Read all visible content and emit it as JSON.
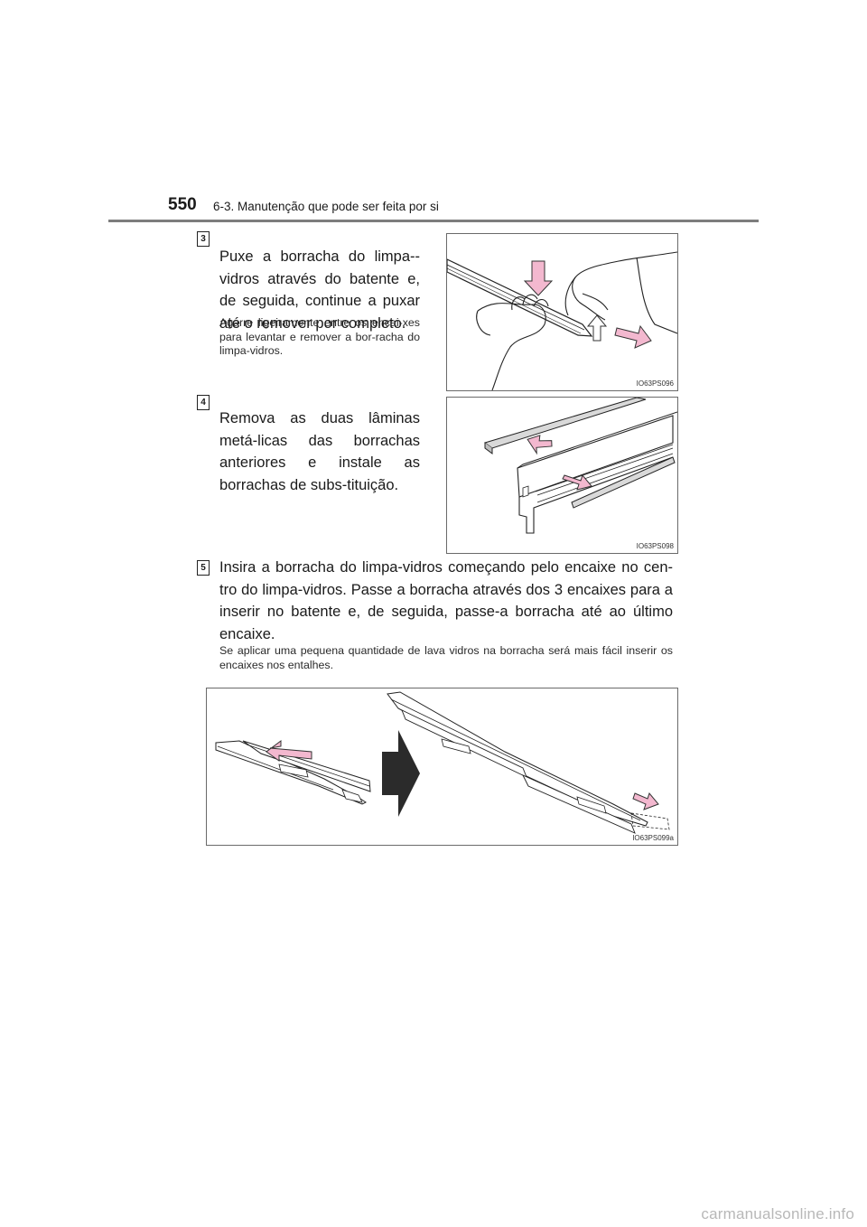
{
  "header": {
    "page_number": "550",
    "section": "6-3. Manutenção que pode ser feita por si"
  },
  "steps": [
    {
      "badge": "3",
      "text": "Puxe a borracha do limpa--vidros através do batente e, de seguida, continue a puxar até o remover por completo.",
      "note": "Agarre ligeiramente entre os encai-xes para levantar e remover a bor-racha do limpa-vidros.",
      "figure_code": "IO63PS096"
    },
    {
      "badge": "4",
      "text": "Remova as duas lâminas metá-licas das borrachas anteriores e instale as borrachas de subs-tituição.",
      "figure_code": "IO63PS098"
    },
    {
      "badge": "5",
      "text": "Insira a borracha do limpa-vidros começando pelo encaixe no cen-tro do limpa-vidros. Passe a borracha através dos 3 encaixes para a inserir no batente e, de seguida, passe-a borracha até ao último encaixe.",
      "note": "Se aplicar uma pequena quantidade de lava vidros na borracha será mais fácil inserir os encaixes nos entalhes.",
      "figure_code": "IO63PS099a"
    }
  ],
  "colors": {
    "arrow": "#f3b8cf",
    "arrow_stroke": "#333333",
    "big_arrow": "#2b2b2b"
  },
  "footer": {
    "watermark": "carmanualsonline.info"
  }
}
